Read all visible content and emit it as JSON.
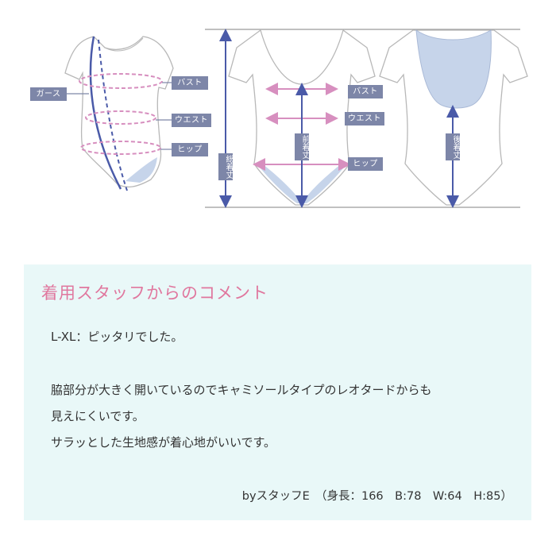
{
  "diagram": {
    "labels": {
      "girth": "ガース",
      "bust": "バスト",
      "waist": "ウエスト",
      "hip": "ヒップ",
      "total_length": "総着丈",
      "front_length": "前着丈",
      "back_length": "後着丈"
    },
    "colors": {
      "label_bg": "#7d86a8",
      "pink_arrow": "#d78fbf",
      "blue_arrow": "#4a5aa8",
      "lining": "#c6d4ea"
    }
  },
  "comment": {
    "title": "着用スタッフからのコメント",
    "lines": [
      "L-XL：ピッタリでした。",
      "脇部分が大きく開いているのでキャミソールタイプのレオタードからも",
      "見えにくいです。",
      "サラッとした生地感が着心地がいいです。"
    ],
    "signature": "byスタッフE　（身長：166　B:78　W:64　H:85）"
  }
}
